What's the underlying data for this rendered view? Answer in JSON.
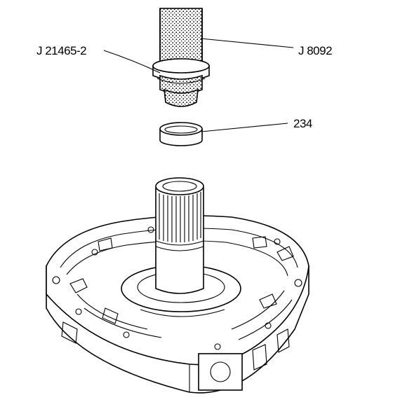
{
  "labels": {
    "tool_installer": "J 21465-2",
    "tool_handle": "J 8092",
    "bushing": "234"
  }
}
